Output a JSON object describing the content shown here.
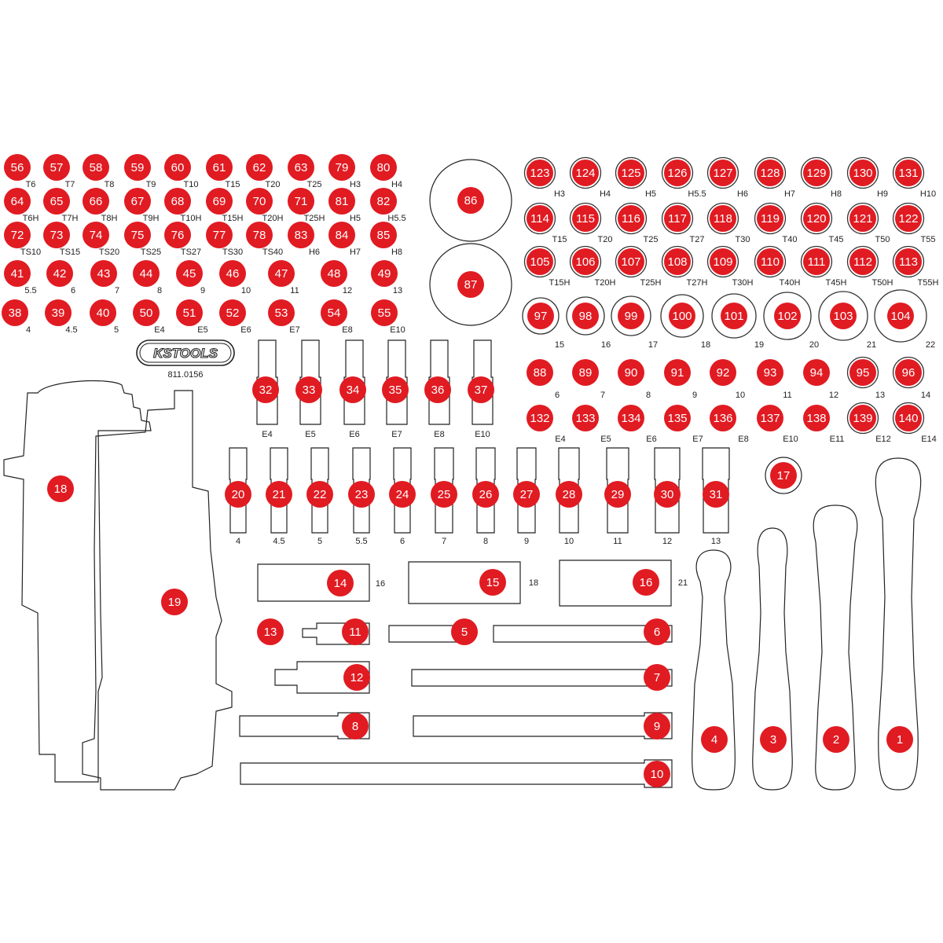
{
  "brand": {
    "logo_text": "KSTOOLS",
    "article_number": "811.0156"
  },
  "colors": {
    "marker": "#e11b22",
    "marker_ring": "#333333",
    "outline": "#222222",
    "label": "#222222"
  },
  "rows_left": [
    {
      "items": [
        [
          "56",
          "T6"
        ],
        [
          "57",
          "T7"
        ],
        [
          "58",
          "T8"
        ],
        [
          "59",
          "T9"
        ],
        [
          "60",
          "T10"
        ],
        [
          "61",
          "T15"
        ],
        [
          "62",
          "T20"
        ],
        [
          "63",
          "T25"
        ],
        [
          "79",
          "H3"
        ],
        [
          "80",
          "H4"
        ]
      ]
    },
    {
      "items": [
        [
          "64",
          "T6H"
        ],
        [
          "65",
          "T7H"
        ],
        [
          "66",
          "T8H"
        ],
        [
          "67",
          "T9H"
        ],
        [
          "68",
          "T10H"
        ],
        [
          "69",
          "T15H"
        ],
        [
          "70",
          "T20H"
        ],
        [
          "71",
          "T25H"
        ],
        [
          "81",
          "H5"
        ],
        [
          "82",
          "H5.5"
        ]
      ]
    },
    {
      "items": [
        [
          "72",
          "TS10"
        ],
        [
          "73",
          "TS15"
        ],
        [
          "74",
          "TS20"
        ],
        [
          "75",
          "TS25"
        ],
        [
          "76",
          "TS27"
        ],
        [
          "77",
          "TS30"
        ],
        [
          "78",
          "TS40"
        ],
        [
          "83",
          "H6"
        ],
        [
          "84",
          "H7"
        ],
        [
          "85",
          "H8"
        ]
      ]
    },
    {
      "items": [
        [
          "41",
          "5.5"
        ],
        [
          "42",
          "6"
        ],
        [
          "43",
          "7"
        ],
        [
          "44",
          "8"
        ],
        [
          "45",
          "9"
        ],
        [
          "46",
          "10"
        ],
        [
          "47",
          "11"
        ],
        [
          "48",
          "12"
        ],
        [
          "49",
          "13"
        ]
      ]
    },
    {
      "items": [
        [
          "38",
          "4"
        ],
        [
          "39",
          "4.5"
        ],
        [
          "40",
          "5"
        ],
        [
          "50",
          "E4"
        ],
        [
          "51",
          "E5"
        ],
        [
          "52",
          "E6"
        ],
        [
          "53",
          "E7"
        ],
        [
          "54",
          "E8"
        ],
        [
          "55",
          "E10"
        ]
      ]
    }
  ],
  "rows_right": [
    {
      "items": [
        [
          "123",
          "H3"
        ],
        [
          "124",
          "H4"
        ],
        [
          "125",
          "H5"
        ],
        [
          "126",
          "H5.5"
        ],
        [
          "127",
          "H6"
        ],
        [
          "128",
          "H7"
        ],
        [
          "129",
          "H8"
        ],
        [
          "130",
          "H9"
        ],
        [
          "131",
          "H10"
        ]
      ]
    },
    {
      "items": [
        [
          "114",
          "T15"
        ],
        [
          "115",
          "T20"
        ],
        [
          "116",
          "T25"
        ],
        [
          "117",
          "T27"
        ],
        [
          "118",
          "T30"
        ],
        [
          "119",
          "T40"
        ],
        [
          "120",
          "T45"
        ],
        [
          "121",
          "T50"
        ],
        [
          "122",
          "T55"
        ]
      ]
    },
    {
      "items": [
        [
          "105",
          "T15H"
        ],
        [
          "106",
          "T20H"
        ],
        [
          "107",
          "T25H"
        ],
        [
          "108",
          "T27H"
        ],
        [
          "109",
          "T30H"
        ],
        [
          "110",
          "T40H"
        ],
        [
          "111",
          "T45H"
        ],
        [
          "112",
          "T50H"
        ],
        [
          "113",
          "T55H"
        ]
      ]
    },
    {
      "items": [
        [
          "97",
          "15"
        ],
        [
          "98",
          "16"
        ],
        [
          "99",
          "17"
        ],
        [
          "100",
          "18"
        ],
        [
          "101",
          "19"
        ],
        [
          "102",
          "20"
        ],
        [
          "103",
          "21"
        ],
        [
          "104",
          "22"
        ]
      ]
    },
    {
      "items": [
        [
          "88",
          "6"
        ],
        [
          "89",
          "7"
        ],
        [
          "90",
          "8"
        ],
        [
          "91",
          "9"
        ],
        [
          "92",
          "10"
        ],
        [
          "93",
          "11"
        ],
        [
          "94",
          "12"
        ],
        [
          "95",
          "13"
        ],
        [
          "96",
          "14"
        ]
      ]
    },
    {
      "items": [
        [
          "132",
          "E4"
        ],
        [
          "133",
          "E5"
        ],
        [
          "134",
          "E6"
        ],
        [
          "135",
          "E7"
        ],
        [
          "136",
          "E8"
        ],
        [
          "137",
          "E10"
        ],
        [
          "138",
          "E11"
        ],
        [
          "139",
          "E12"
        ],
        [
          "140",
          "E14"
        ]
      ]
    }
  ],
  "large_sockets": [
    [
      "86",
      ""
    ],
    [
      "87",
      ""
    ]
  ],
  "e_sockets_long": [
    [
      "32",
      "E4"
    ],
    [
      "33",
      "E5"
    ],
    [
      "34",
      "E6"
    ],
    [
      "35",
      "E7"
    ],
    [
      "36",
      "E8"
    ],
    [
      "37",
      "E10"
    ]
  ],
  "deep_sockets": [
    [
      "20",
      "4"
    ],
    [
      "21",
      "4.5"
    ],
    [
      "22",
      "5"
    ],
    [
      "23",
      "5.5"
    ],
    [
      "24",
      "6"
    ],
    [
      "25",
      "7"
    ],
    [
      "26",
      "8"
    ],
    [
      "27",
      "9"
    ],
    [
      "28",
      "10"
    ],
    [
      "29",
      "11"
    ],
    [
      "30",
      "12"
    ],
    [
      "31",
      "13"
    ]
  ],
  "spark_sockets": [
    [
      "14",
      "16"
    ],
    [
      "15",
      "18"
    ],
    [
      "16",
      "21"
    ]
  ],
  "misc": [
    [
      "13",
      ""
    ],
    [
      "11",
      ""
    ],
    [
      "5",
      ""
    ],
    [
      "6",
      ""
    ],
    [
      "12",
      ""
    ],
    [
      "7",
      ""
    ],
    [
      "8",
      ""
    ],
    [
      "9",
      ""
    ],
    [
      "10",
      ""
    ],
    [
      "17",
      ""
    ]
  ],
  "handles": [
    [
      "4",
      ""
    ],
    [
      "3",
      ""
    ],
    [
      "2",
      ""
    ],
    [
      "1",
      ""
    ]
  ],
  "big_tools": [
    [
      "18",
      ""
    ],
    [
      "19",
      ""
    ]
  ]
}
